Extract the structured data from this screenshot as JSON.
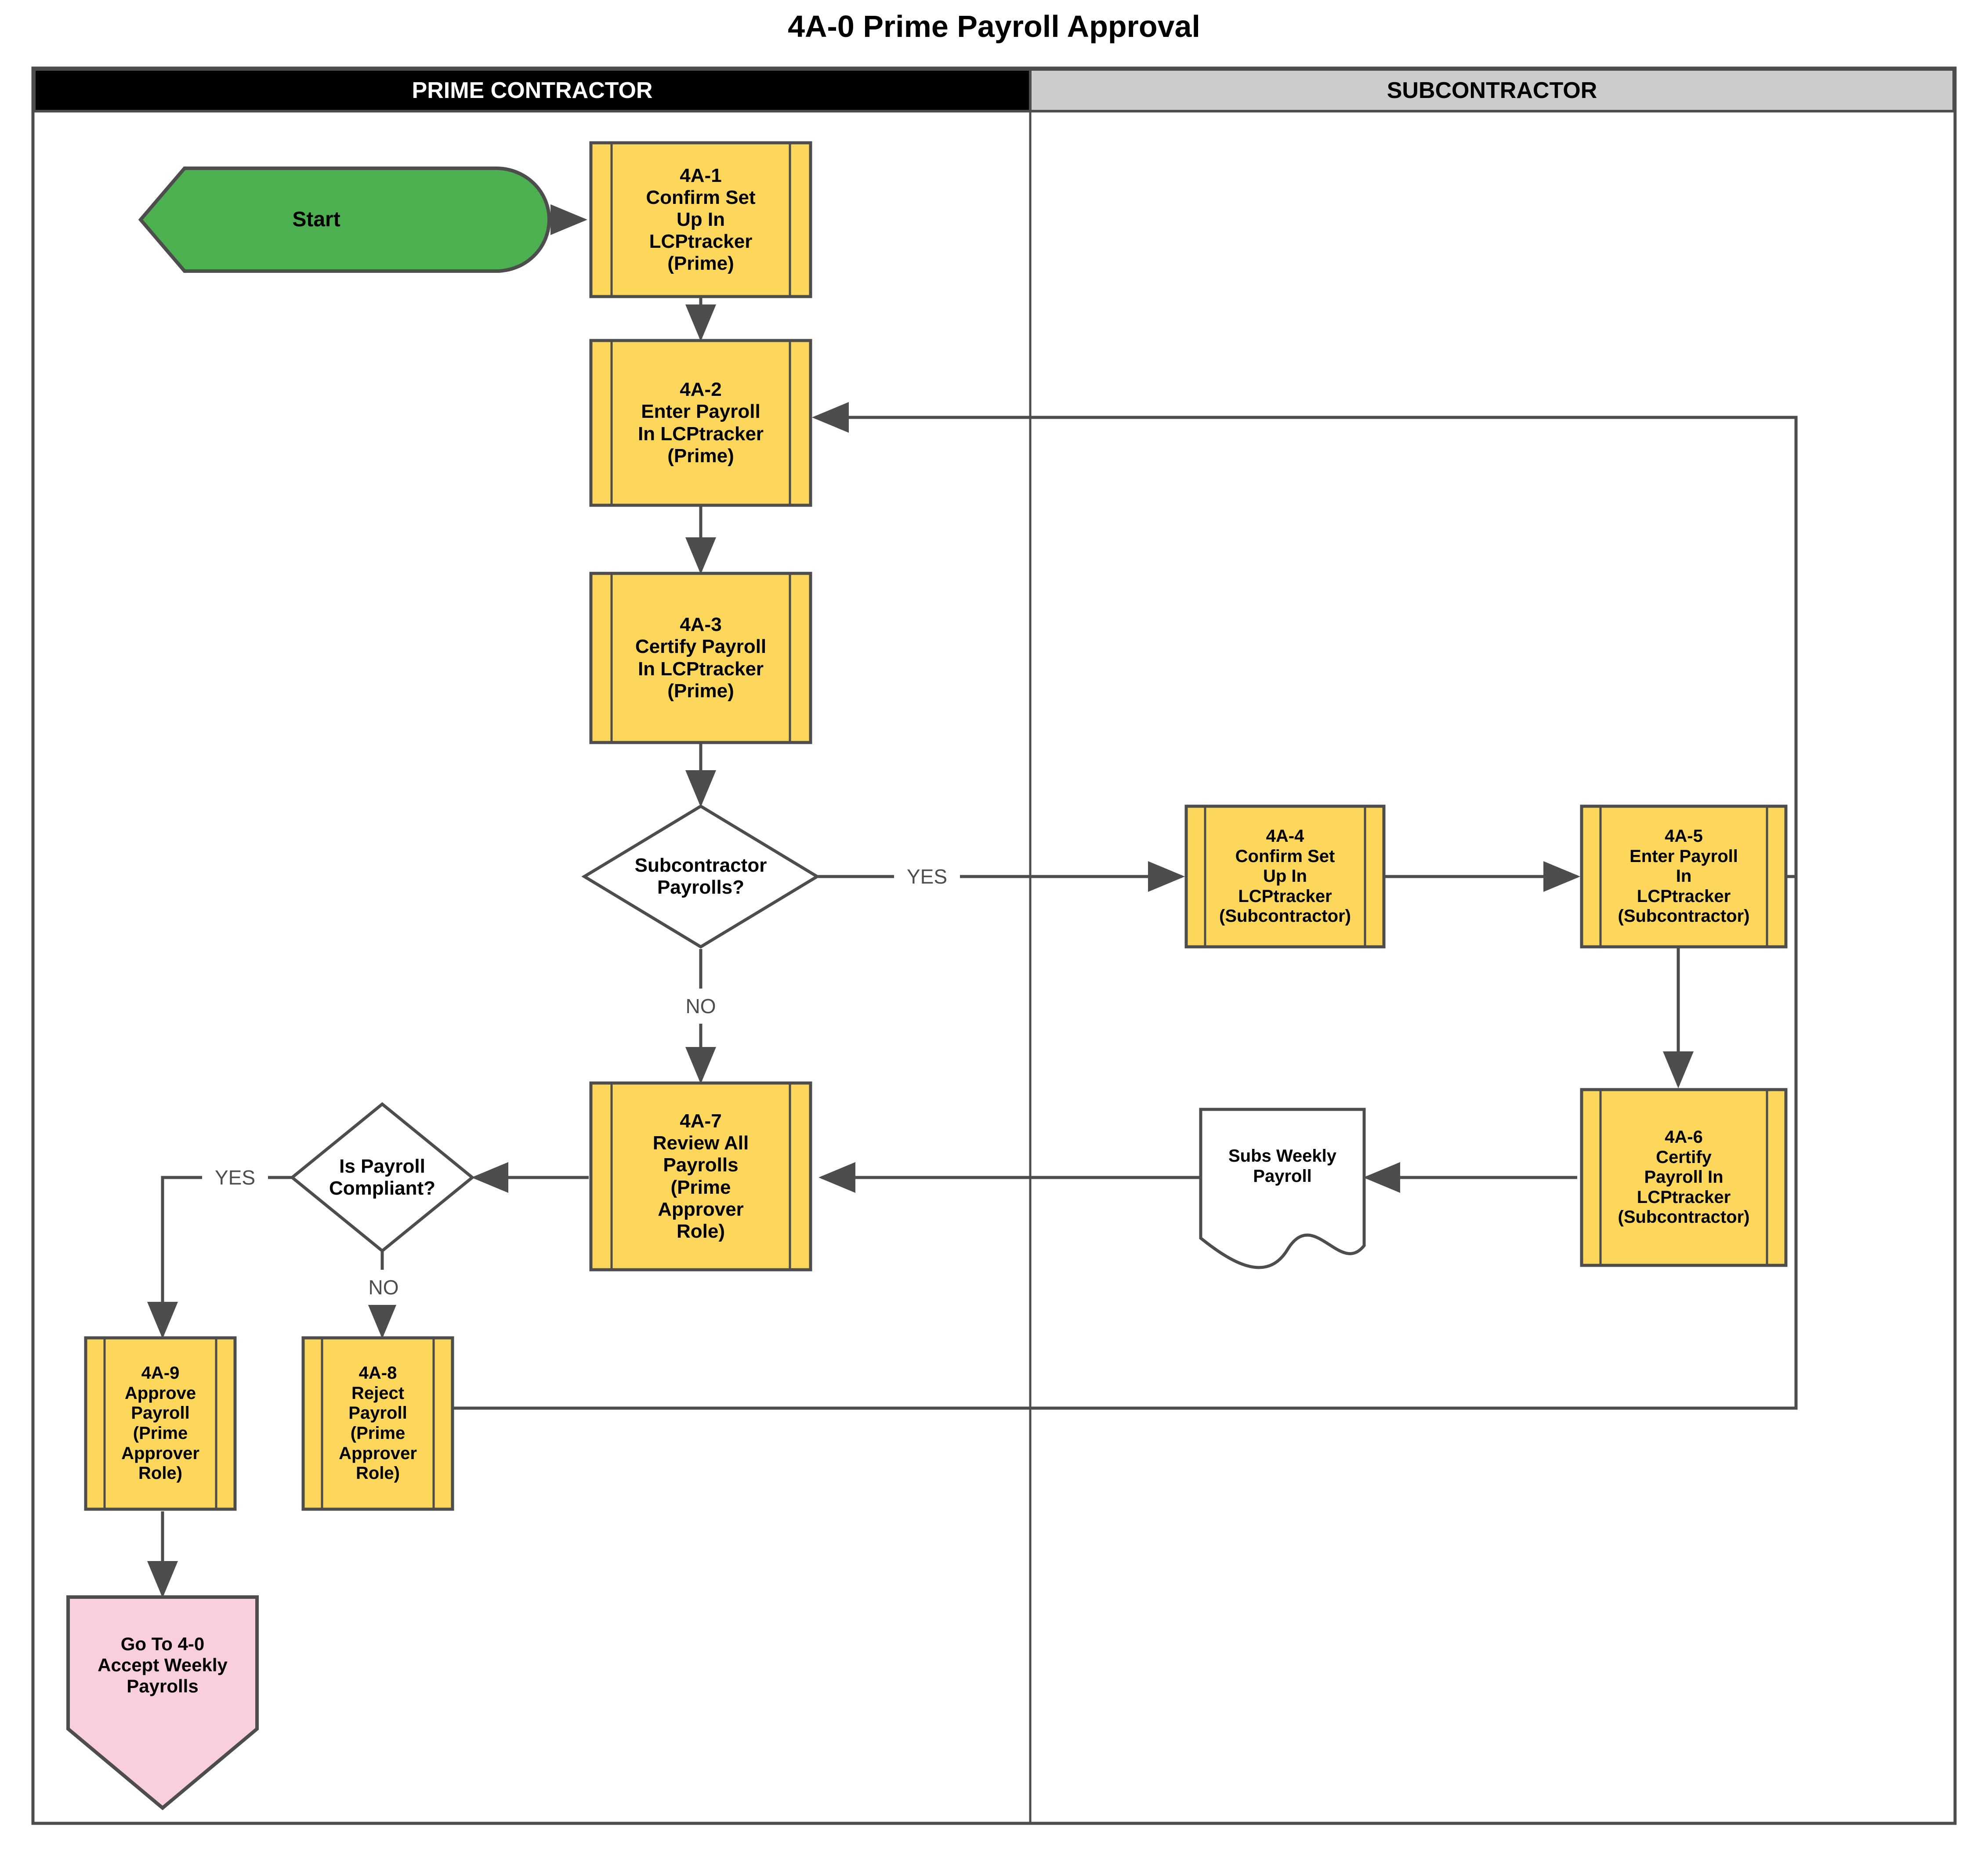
{
  "diagram": {
    "title": "4A-0 Prime Payroll Approval",
    "colors": {
      "process_fill": "#FCD75B",
      "start_fill": "#4CAF50",
      "terminator_fill": "#F9CEDD",
      "document_fill": "#FFFFFF",
      "decision_fill": "#FFFFFF",
      "stroke": "#4D4D4D",
      "lane_prime_fill": "#000000",
      "lane_prime_text": "#FFFFFF",
      "lane_sub_fill": "#CCCCCC",
      "lane_sub_text": "#000000"
    }
  },
  "lanes": [
    {
      "id": "prime",
      "label": "PRIME CONTRACTOR"
    },
    {
      "id": "sub",
      "label": "SUBCONTRACTOR"
    }
  ],
  "nodes": {
    "start": {
      "label": "Start",
      "type": "start",
      "lane": "prime"
    },
    "n4a1": {
      "label": "4A-1\nConfirm Set\nUp In\nLCPtracker\n(Prime)",
      "type": "predefined-process",
      "lane": "prime"
    },
    "n4a2": {
      "label": "4A-2\nEnter Payroll\nIn LCPtracker\n(Prime)",
      "type": "predefined-process",
      "lane": "prime"
    },
    "n4a3": {
      "label": "4A-3\nCertify Payroll\nIn LCPtracker\n(Prime)",
      "type": "predefined-process",
      "lane": "prime"
    },
    "dec1": {
      "label": "Subcontractor\nPayrolls?",
      "type": "decision",
      "lane": "prime"
    },
    "n4a4": {
      "label": "4A-4\nConfirm Set\nUp In\nLCPtracker\n(Subcontractor)",
      "type": "predefined-process",
      "lane": "sub"
    },
    "n4a5": {
      "label": "4A-5\nEnter Payroll\nIn\nLCPtracker\n(Subcontractor)",
      "type": "predefined-process",
      "lane": "sub"
    },
    "n4a6": {
      "label": "4A-6\nCertify\nPayroll In\nLCPtracker\n(Subcontractor)",
      "type": "predefined-process",
      "lane": "sub"
    },
    "doc": {
      "label": "Subs Weekly\nPayroll",
      "type": "document",
      "lane": "sub"
    },
    "n4a7": {
      "label": "4A-7\nReview All\nPayrolls\n(Prime\nApprover\nRole)",
      "type": "predefined-process",
      "lane": "prime"
    },
    "dec2": {
      "label": "Is Payroll\nCompliant?",
      "type": "decision",
      "lane": "prime"
    },
    "n4a9": {
      "label": "4A-9\nApprove\nPayroll\n(Prime\nApprover\nRole)",
      "type": "predefined-process",
      "lane": "prime"
    },
    "n4a8": {
      "label": "4A-8\nReject\nPayroll\n(Prime\nApprover\nRole)",
      "type": "predefined-process",
      "lane": "prime"
    },
    "goto": {
      "label": "Go To 4-0\nAccept Weekly\nPayrolls",
      "type": "terminator",
      "lane": "prime"
    }
  },
  "edge_labels": {
    "dec1_yes": "YES",
    "dec1_no": "NO",
    "dec2_yes": "YES",
    "dec2_no": "NO"
  }
}
